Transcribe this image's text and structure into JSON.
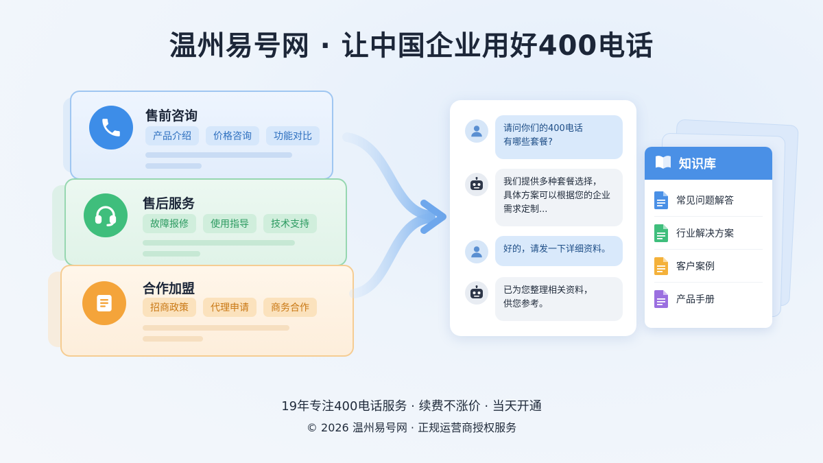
{
  "title": "温州易号网 · 让中国企业用好400电话",
  "cards": [
    {
      "title": "售前咨询",
      "tags": [
        "产品介绍",
        "价格咨询",
        "功能对比"
      ],
      "color": "#3d8de8",
      "icon": "phone-icon"
    },
    {
      "title": "售后服务",
      "tags": [
        "故障报修",
        "使用指导",
        "技术支持"
      ],
      "color": "#3fbe7c",
      "icon": "headset-icon"
    },
    {
      "title": "合作加盟",
      "tags": [
        "招商政策",
        "代理申请",
        "商务合作"
      ],
      "color": "#f4a43a",
      "icon": "document-icon"
    }
  ],
  "chat": [
    {
      "role": "user",
      "text_lines": [
        "请问你们的400电话",
        "有哪些套餐?"
      ]
    },
    {
      "role": "bot",
      "text_lines": [
        "我们提供多种套餐选择，",
        "具体方案可以根据您的企业",
        "需求定制..."
      ]
    },
    {
      "role": "user",
      "text_lines": [
        "好的，请发一下详细资料。"
      ]
    },
    {
      "role": "bot",
      "text_lines": [
        "已为您整理相关资料，",
        "供您参考。"
      ]
    }
  ],
  "knowledge_base": {
    "title": "知识库",
    "items": [
      {
        "label": "常见问题解答",
        "color": "#4a90e6"
      },
      {
        "label": "行业解决方案",
        "color": "#3fbe7c"
      },
      {
        "label": "客户案例",
        "color": "#f4b13a"
      },
      {
        "label": "产品手册",
        "color": "#9b6fe0"
      }
    ]
  },
  "footer": {
    "line1": "19年专注400电话服务 · 续费不涨价 · 当天开通",
    "line2": "© 2026 温州易号网 · 正规运营商授权服务"
  }
}
